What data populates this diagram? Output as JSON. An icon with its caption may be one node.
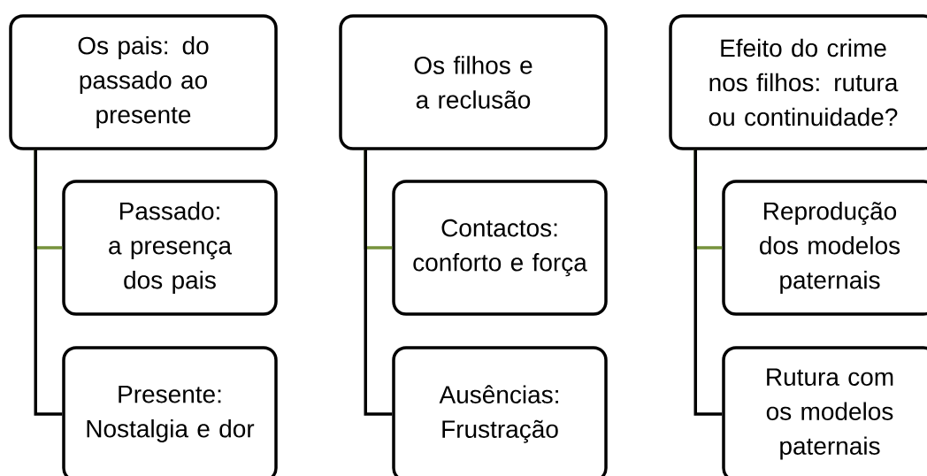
{
  "diagram": {
    "nodes": [
      {
        "text": [
          "Os pais: do passado ao presente"
        ]
      },
      {
        "text": [
          "Passado: a presença dos pais"
        ]
      },
      {
        "text": [
          "Presente: Nostalgia e dor"
        ]
      },
      {
        "text": [
          "Os filhos e a reclusão"
        ]
      },
      {
        "text": [
          "Contactos: conforto e força"
        ]
      },
      {
        "text": [
          "Ausências: Frustração"
        ]
      },
      {
        "text": [
          "Efeito do crime nos filhos: rutura ou continuidade?"
        ]
      },
      {
        "text": [
          "Reprodução dos modelos paternais"
        ]
      },
      {
        "text": [
          "Rutura com os modelos paternais"
        ]
      }
    ],
    "edges": [
      {
        "from": 0,
        "to": 1,
        "arrow": "none",
        "color": "#77933c"
      },
      {
        "from": 0,
        "to": 2,
        "arrow": "none",
        "color": "#000000"
      },
      {
        "from": 3,
        "to": 4,
        "arrow": "none",
        "color": "#77933c"
      },
      {
        "from": 3,
        "to": 5,
        "arrow": "none",
        "color": "#000000"
      },
      {
        "from": 6,
        "to": 7,
        "arrow": "none",
        "color": "#77933c"
      },
      {
        "from": 6,
        "to": 8,
        "arrow": "none",
        "color": "#000000"
      }
    ]
  }
}
